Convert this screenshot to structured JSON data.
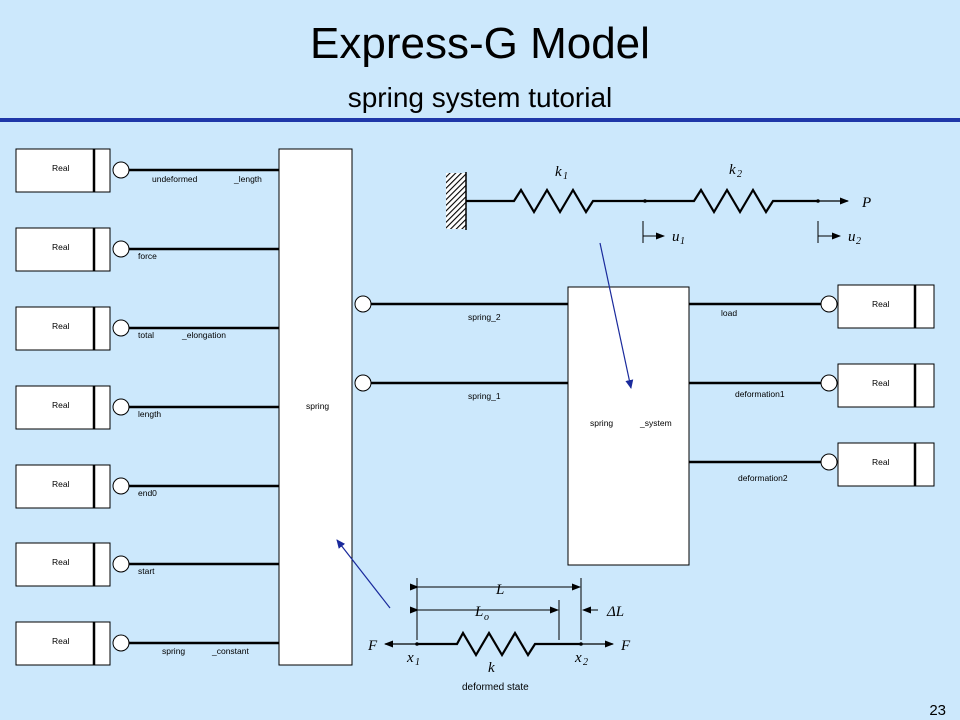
{
  "slide": {
    "title": "Express-G Model",
    "subtitle": "spring system tutorial",
    "page_number": "23"
  },
  "diagram": {
    "spring_entity": {
      "label": "spring"
    },
    "spring_attributes": [
      {
        "type": "Real",
        "name_a": "undeformed",
        "name_b": "_length"
      },
      {
        "type": "Real",
        "name_a": "force",
        "name_b": ""
      },
      {
        "type": "Real",
        "name_a": "total",
        "name_b": "_elongation"
      },
      {
        "type": "Real",
        "name_a": "length",
        "name_b": ""
      },
      {
        "type": "Real",
        "name_a": "end0",
        "name_b": ""
      },
      {
        "type": "Real",
        "name_a": "start",
        "name_b": ""
      },
      {
        "type": "Real",
        "name_a": "spring",
        "name_b": "_constant"
      }
    ],
    "system_entity": {
      "label_a": "spring",
      "label_b": "_system"
    },
    "system_links": [
      {
        "name": "spring_2"
      },
      {
        "name": "spring_1"
      }
    ],
    "system_attributes": [
      {
        "type": "Real",
        "name": "load"
      },
      {
        "type": "Real",
        "name": "deformation1"
      },
      {
        "type": "Real",
        "name": "deformation2"
      }
    ],
    "two_spring_sketch": {
      "k1": "k",
      "k1_sub": "1",
      "k2": "k",
      "k2_sub": "2",
      "P": "P",
      "u1": "u",
      "u1_sub": "1",
      "u2": "u",
      "u2_sub": "2"
    },
    "single_spring_sketch": {
      "L": "L",
      "Lo": "L",
      "Lo_sub": "o",
      "dL": "ΔL",
      "F_left": "F",
      "F_right": "F",
      "x1": "x",
      "x1_sub": "1",
      "x2": "x",
      "x2_sub": "2",
      "k": "k",
      "caption": "deformed state"
    }
  }
}
